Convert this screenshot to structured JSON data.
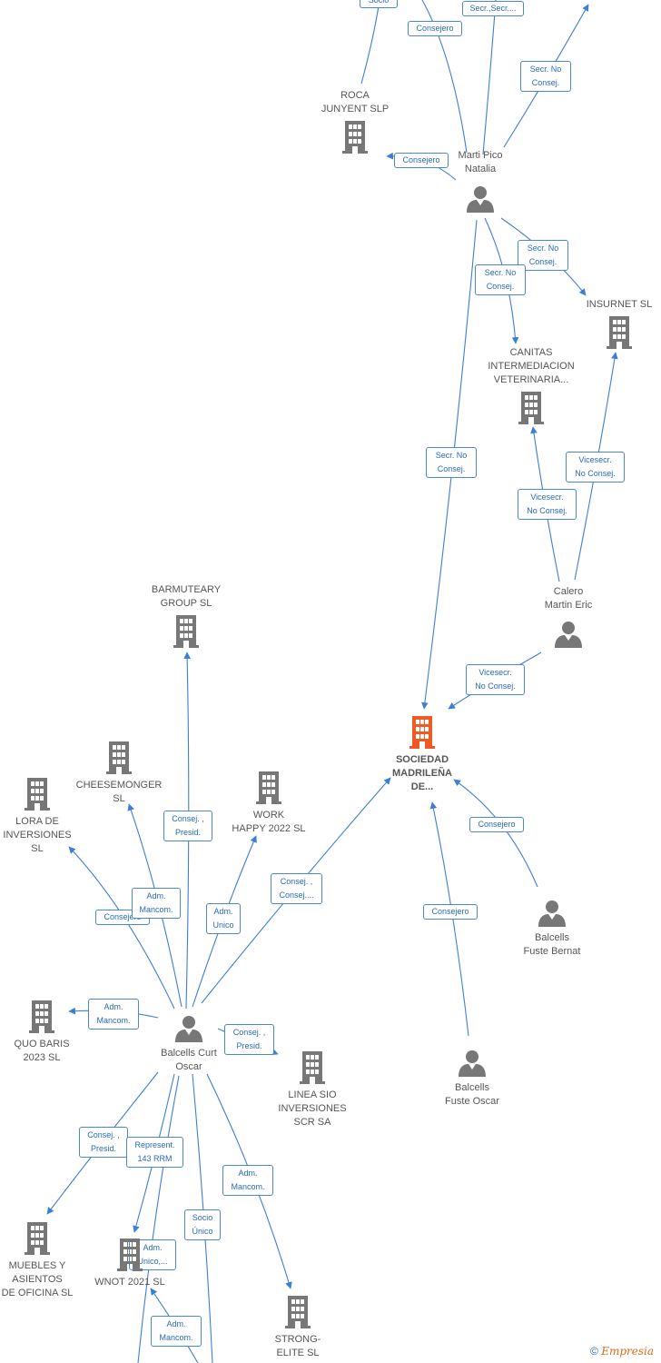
{
  "colors": {
    "edge": "#3d7fd6",
    "company": "#777777",
    "main_company": "#f05a22",
    "person": "#777777"
  },
  "nodes": [
    {
      "id": "sociedad",
      "type": "company",
      "main": true,
      "label": "SOCIEDAD\nMADRILEÑA\nDE..."
    },
    {
      "id": "roca",
      "type": "company",
      "label": "ROCA\nJUNYENT SLP"
    },
    {
      "id": "insurnet",
      "type": "company",
      "label": "INSURNET  SL"
    },
    {
      "id": "canitas",
      "type": "company",
      "label": "CANITAS\nINTERMEDIACION\nVETERINARIA..."
    },
    {
      "id": "barmuteary",
      "type": "company",
      "label": "BARMUTEARY\nGROUP  SL"
    },
    {
      "id": "cheesemonger",
      "type": "company",
      "label": "CHEESEMONGER\nSL"
    },
    {
      "id": "lora",
      "type": "company",
      "label": "LORA DE\nINVERSIONES\nSL"
    },
    {
      "id": "workhappy",
      "type": "company",
      "label": "WORK\nHAPPY 2022  SL"
    },
    {
      "id": "quobaris",
      "type": "company",
      "label": "QUO BARIS\n2023  SL"
    },
    {
      "id": "lineasio",
      "type": "company",
      "label": "LINEA SIO\nINVERSIONES\nSCR SA"
    },
    {
      "id": "muebles",
      "type": "company",
      "label": "MUEBLES Y\nASIENTOS\nDE OFICINA SL"
    },
    {
      "id": "wnot",
      "type": "company",
      "label": "WNOT 2021  SL"
    },
    {
      "id": "strong",
      "type": "company",
      "label": "STRONG-\nELITE SL"
    },
    {
      "id": "marti",
      "type": "person",
      "label": "Marti Pico\nNatalia"
    },
    {
      "id": "calero",
      "type": "person",
      "label": "Calero\nMartin Eric"
    },
    {
      "id": "bernat",
      "type": "person",
      "label": "Balcells\nFuste Bernat"
    },
    {
      "id": "fusteoscar",
      "type": "person",
      "label": "Balcells\nFuste Oscar"
    },
    {
      "id": "curtoscar",
      "type": "person",
      "label": "Balcells Curt\nOscar"
    }
  ],
  "edge_labels": [
    "Socio",
    "Secr.,Secr....",
    "Consejero",
    "Secr.  No\nConsej.",
    "Consejero",
    "Secr.  No\nConsej.",
    "Secr.  No\nConsej.",
    "Secr.  No\nConsej.",
    "Vicesecr.\nNo Consej.",
    "Vicesecr.\nNo Consej.",
    "Vicesecr.\nNo Consej.",
    "Consejero",
    "Consejero",
    "Consej. ,\nPresid.",
    "Adm.\nMancom.",
    "Consejero",
    "Adm.\nUnico",
    "Consej. ,\nConsej....",
    "Adm.\nMancom.",
    "Consej. ,\nPresid.",
    "Consej. ,\nPresid.",
    "Represent.\n143 RRM",
    "Adm.\nMancom.",
    "Socio\nÚnico",
    "Adm.\nUnico,...",
    "Adm.\nMancom."
  ],
  "copyright": {
    "symbol": "©",
    "brand": "Empresia"
  }
}
